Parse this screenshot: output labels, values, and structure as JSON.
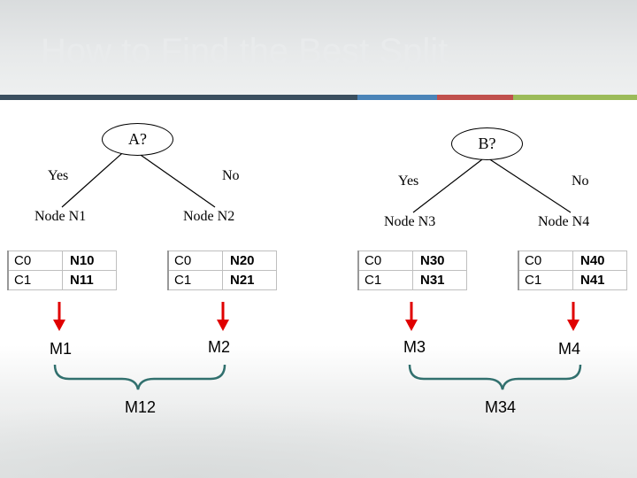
{
  "slide": {
    "title": "How to Find the Best Split",
    "colors": {
      "strip": [
        "#3a4f5f",
        "#4a84b8",
        "#c0504d",
        "#9bbb59"
      ],
      "arrow": "#e00000",
      "brace": "#31706e"
    }
  },
  "trees": [
    {
      "question": "A?",
      "branches": [
        {
          "label": "Yes",
          "node": "Node N1",
          "rows": [
            {
              "cls": "C0",
              "val": "N10"
            },
            {
              "cls": "C1",
              "val": "N11"
            }
          ],
          "measure": "M1"
        },
        {
          "label": "No",
          "node": "Node N2",
          "rows": [
            {
              "cls": "C0",
              "val": "N20"
            },
            {
              "cls": "C1",
              "val": "N21"
            }
          ],
          "measure": "M2"
        }
      ],
      "combined": "M12"
    },
    {
      "question": "B?",
      "branches": [
        {
          "label": "Yes",
          "node": "Node N3",
          "rows": [
            {
              "cls": "C0",
              "val": "N30"
            },
            {
              "cls": "C1",
              "val": "N31"
            }
          ],
          "measure": "M3"
        },
        {
          "label": "No",
          "node": "Node N4",
          "rows": [
            {
              "cls": "C0",
              "val": "N40"
            },
            {
              "cls": "C1",
              "val": "N41"
            }
          ],
          "measure": "M4"
        }
      ],
      "combined": "M34"
    }
  ]
}
